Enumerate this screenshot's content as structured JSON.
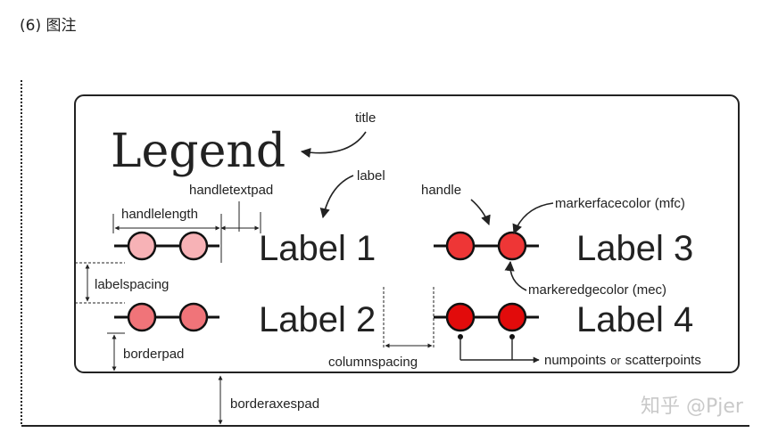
{
  "heading": "(6) 图注",
  "legend": {
    "title": "Legend",
    "labels": [
      "Label 1",
      "Label 2",
      "Label 3",
      "Label 4"
    ]
  },
  "annotations": {
    "title": "title",
    "label": "label",
    "handle": "handle",
    "handletextpad": "handletextpad",
    "handlelength": "handlelength",
    "labelspacing": "labelspacing",
    "borderpad": "borderpad",
    "columnspacing": "columnspacing",
    "borderaxespad": "borderaxespad",
    "markerfacecolor": "markerfacecolor (mfc)",
    "markeredgecolor": "markeredgecolor (mec)",
    "numpoints": "numpoints",
    "or": "or",
    "scatterpoints": "scatterpoints"
  },
  "watermark": "知乎 @Pjer",
  "colors": {
    "marker1": "#f7b2b6",
    "marker2": "#f07479",
    "marker3": "#ee3636",
    "marker4": "#e20b0b",
    "edge": "#111111"
  }
}
